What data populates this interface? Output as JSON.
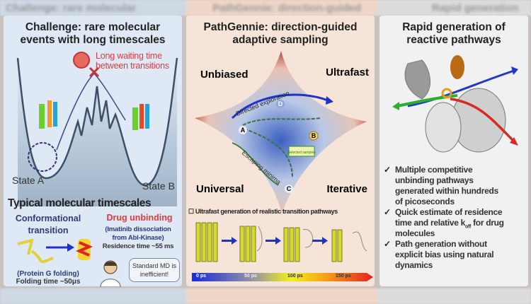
{
  "background_strip": {
    "left": "Challenge: rare molecular",
    "middle": "PathGennie: direction-guided",
    "right": "Rapid generation"
  },
  "left_panel": {
    "title_line1": "Challenge: rare molecular",
    "title_line2": "events with long timescales",
    "waiting_line1": "Long waiting time",
    "waiting_line2": "between transitions",
    "state_a": "State A",
    "state_b": "State B",
    "timescales_heading": "Typical molecular timescales",
    "conformational_line1": "Conformational",
    "conformational_line2": "transition",
    "protein_g": "(Protein G folding)",
    "folding_time": "Folding time ~50μs",
    "drug_unbinding": "Drug unbinding",
    "imatinib_line1": "(Imatinib dissociation",
    "imatinib_line2": "from Abl-Kinase)",
    "residence_time": "Residence time ~55 ms",
    "speech_line1": "Standard MD is",
    "speech_line2": "inefficient!",
    "colors": {
      "red": "#e0393e",
      "navy": "#2b3a7a"
    }
  },
  "middle_panel": {
    "title_line1": "PathGennie: direction-guided",
    "title_line2": "adaptive sampling",
    "corners": {
      "top_left": "Unbiased",
      "top_right": "Ultrafast",
      "bottom_left": "Universal",
      "bottom_right": "Iterative"
    },
    "directed_exploration": "Directed exploration",
    "escaping_minima": "Escaping minima",
    "selected_samples": "Selected samples",
    "points": [
      "A",
      "B",
      "C",
      "D"
    ],
    "pathways_heading": "Ultrafast generation of realistic transition pathways",
    "timebar_labels": [
      "0 ps",
      "50 ps",
      "100 ps",
      "150 ps"
    ]
  },
  "right_panel": {
    "title_line1": "Rapid generation of",
    "title_line2": "reactive pathways",
    "bullets": [
      [
        "Multiple competitive",
        "unbinding pathways",
        "generated within hundreds",
        "of picoseconds"
      ],
      [
        "Quick estimate of residence",
        "time and relative k",
        "off",
        " for drug",
        "molecules"
      ],
      [
        "Path generation without",
        "explicit bias using natural",
        "dynamics"
      ]
    ],
    "check_icon": "✓"
  }
}
